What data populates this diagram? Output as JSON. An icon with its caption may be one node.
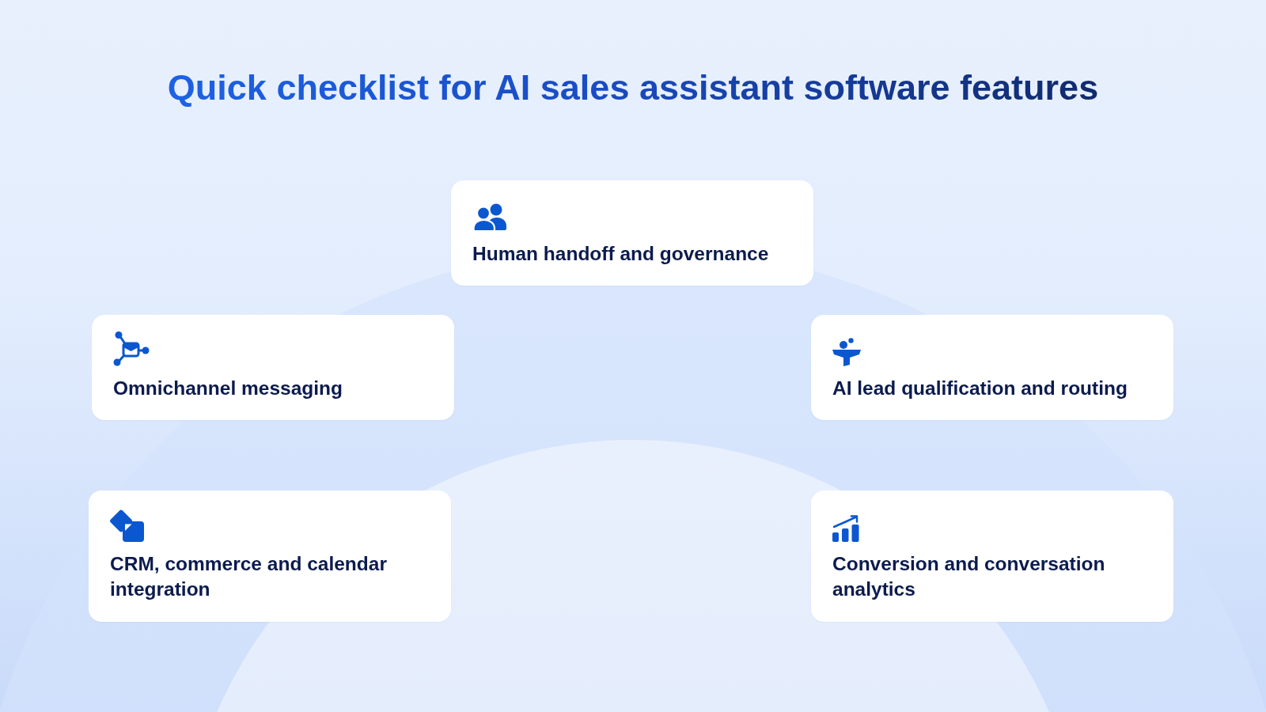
{
  "diagram": {
    "title": "Quick checklist for AI sales assistant software features",
    "nodes": [
      {
        "text": [
          "Human handoff and governance"
        ]
      },
      {
        "text": [
          "Omnichannel messaging"
        ]
      },
      {
        "text": [
          "AI lead qualification and routing"
        ]
      },
      {
        "text": [
          "CRM, commerce and calendar integration"
        ]
      },
      {
        "text": [
          "Conversion and conversation analytics"
        ]
      }
    ]
  }
}
